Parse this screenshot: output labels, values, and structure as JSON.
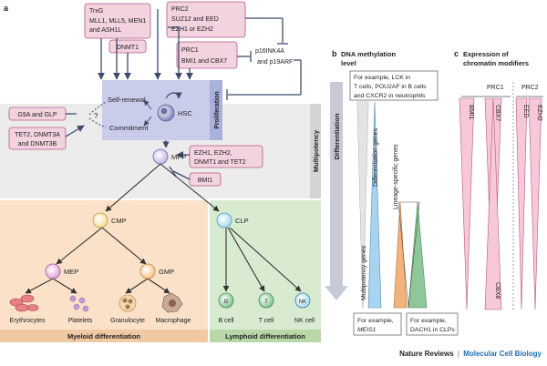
{
  "panels": {
    "a": "a",
    "b": "b",
    "c": "c"
  },
  "panel_a": {
    "modifiers": {
      "trxg": [
        "TrxG",
        "MLL1, MLL5, MEN1",
        "and ASH1L"
      ],
      "prc2": [
        "PRC2",
        "SUZ12 and EED",
        "EZH1 or EZH2"
      ],
      "dnmt1": "DNMT1",
      "prc1": [
        "PRC1",
        "BMI1 and CBX7"
      ],
      "p16": [
        "p16INK4A",
        "and p19ARF"
      ],
      "g9a": "G9A and GLP",
      "tet2": [
        "TET2, DNMT3A",
        "and DNMT3B"
      ],
      "mpp_mods": [
        "EZH1, EZH2,",
        "DNMT1 and TET2"
      ],
      "bmi1": "BMI1"
    },
    "hsc": {
      "label": "HSC",
      "self_renewal": "Self-renewal",
      "commitment": "Commitment",
      "proliferation": "Proliferation",
      "question": "?"
    },
    "multipotency": "Multipotency",
    "cells": {
      "mpp": "MPP",
      "cmp": "CMP",
      "clp": "CLP",
      "mep": "MEP",
      "gmp": "GMP",
      "erythrocytes": "Erythrocytes",
      "platelets": "Platelets",
      "granulocyte": "Granulocyte",
      "macrophage": "Macrophage",
      "b_cell": "B cell",
      "t_cell": "T cell",
      "nk_cell": "NK cell",
      "b_in": "B",
      "t_in": "T",
      "nk_in": "NK"
    },
    "myeloid": "Myeloid differentiation",
    "lymphoid": "Lymphoid differentiation"
  },
  "panel_b": {
    "title": [
      "DNA methylation",
      "level"
    ],
    "differentiation": "Differentiation",
    "example_top": [
      "For example, LCK in",
      "T cells, POU2AF in B cells",
      "and CXCR2 in neutrophils"
    ],
    "differentiation_genes": "Differentiation genes",
    "lineage_genes": "Lineage-specific genes",
    "multipotency_genes": "Multipotency genes",
    "example_meis": [
      "For example,",
      "MEIS1"
    ],
    "example_dach": [
      "For example,",
      "DACH1 in CLPs"
    ]
  },
  "panel_c": {
    "title": [
      "Expression of",
      "chromatin modifiers"
    ],
    "groups": [
      {
        "name": "PRC1",
        "members": [
          "BMI1",
          "CBX7",
          "CBX8"
        ]
      },
      {
        "name": "PRC2",
        "members": [
          "EED",
          "EZH2"
        ]
      }
    ]
  },
  "footer": {
    "brand": "Nature Reviews",
    "separator": "|",
    "journal": "Molecular Cell Biology"
  },
  "colors": {
    "pink_box": "#f3d3e0",
    "pink_border": "#b45a80",
    "hsc_bg": "#c9cdea",
    "proliferation_bar": "#aab0dc",
    "multipotency_bg": "#ececec",
    "myeloid_bg": "#fbe1c8",
    "lymphoid_bg": "#d8ead0",
    "arrow": "#3e4a6e",
    "blue_wedge": "#a9d4ef",
    "orange_wedge": "#f3b27a",
    "green_wedge": "#8fc79a",
    "pink_wedge": "#f7c8d8"
  }
}
